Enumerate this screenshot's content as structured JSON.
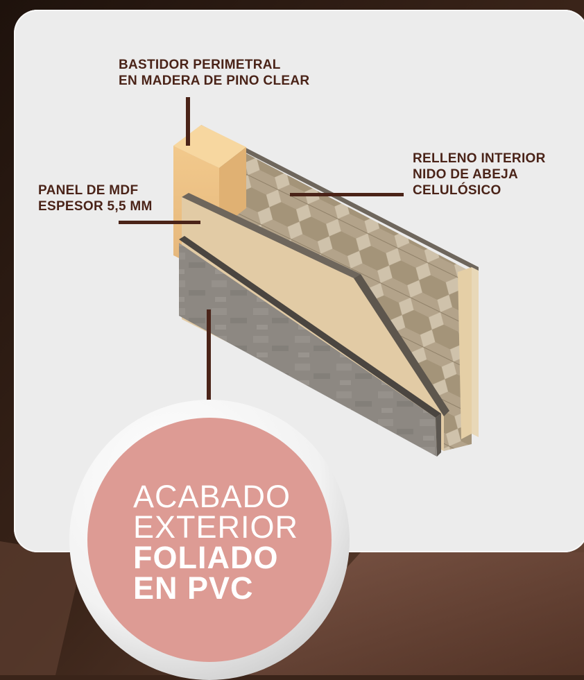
{
  "labels": {
    "bastidor": [
      "BASTIDOR PERIMETRAL",
      "EN MADERA DE PINO CLEAR"
    ],
    "mdf": [
      "PANEL DE MDF",
      "ESPESOR 5,5 MM"
    ],
    "relleno": [
      "RELLENO INTERIOR",
      "NIDO DE ABEJA",
      "CELULÓSICO"
    ]
  },
  "callout": {
    "line1": "ACABADO",
    "line2": "EXTERIOR",
    "line3": "FOLIADO",
    "line4": "EN PVC"
  },
  "colors": {
    "label_text": "#4a2318",
    "card_background": "#ececec",
    "wood_frame": "#eec58a",
    "mdf_panel": "#e2cba5",
    "honeycomb": "#b9a990",
    "pvc_finish": "#8f8a83",
    "callout_fill": "#dd9b94",
    "page_background": "#3a2419"
  }
}
